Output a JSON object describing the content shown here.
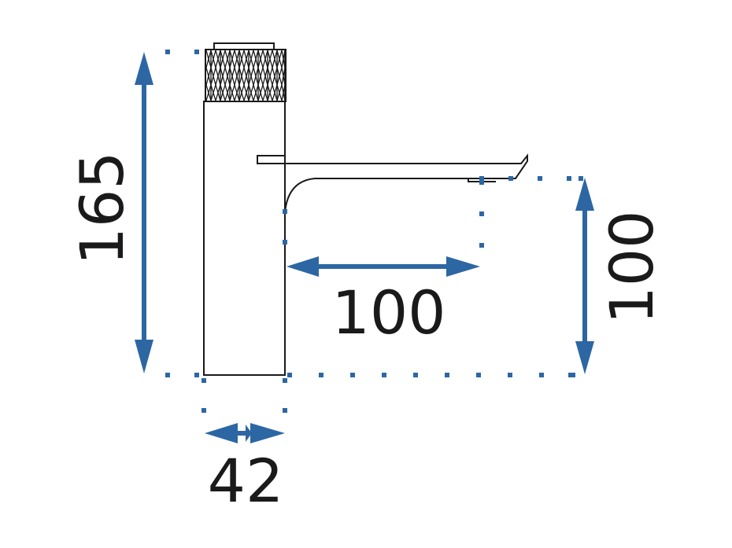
{
  "colors": {
    "dimension_blue": "#2c67a3",
    "outline": "#1a1a1a",
    "background": "#ffffff"
  },
  "dimensions": {
    "total_height": "165",
    "spout_reach": "100",
    "spout_height": "100",
    "body_width": "42"
  }
}
